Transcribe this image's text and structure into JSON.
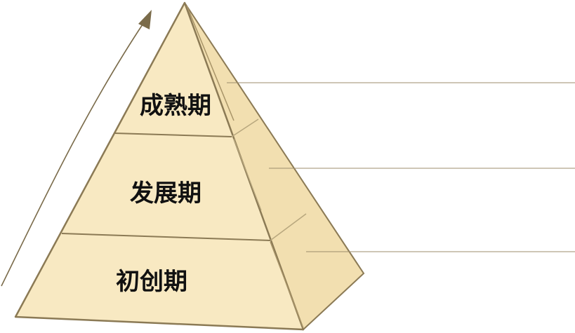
{
  "diagram": {
    "tiers": [
      {
        "id": "top",
        "label": "成熟期"
      },
      {
        "id": "middle",
        "label": "发展期"
      },
      {
        "id": "bottom",
        "label": "初创期"
      }
    ],
    "colors": {
      "face_fill": "#f8e9c2",
      "side_fill": "#f2dfb0",
      "outline": "#8b7a55",
      "arrow": "#7a6b4a",
      "leader_line": "#9c8d6c"
    },
    "icons": {
      "growth_arrow": "arrow-up-right-icon"
    }
  }
}
